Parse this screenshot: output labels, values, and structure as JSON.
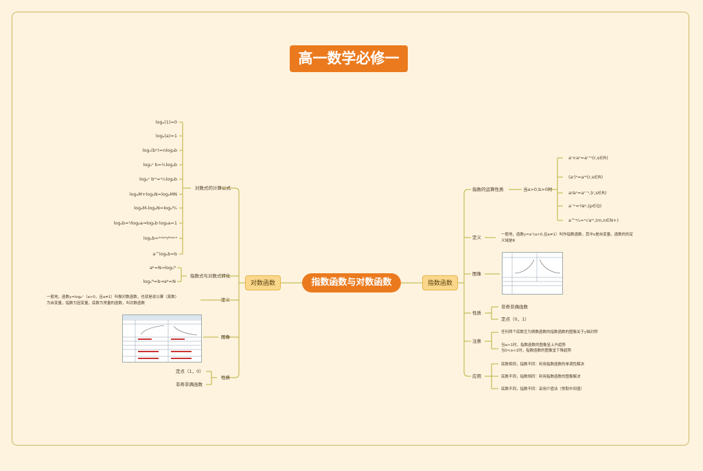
{
  "title": "高一数学必修一",
  "center": "指数函数与对数函数",
  "left": {
    "label": "对数函数",
    "calc": {
      "label": "对数式的计算公式",
      "items": [
        "logₐ(1)=0",
        "logₐ(a)=1",
        "logₐ(bⁿ)=nlogₐb",
        "logₐⁿ b=¹⁄ₙlogₐb",
        "logₐⁿ bᵐ=ᵐ⁄ₙlogₐb",
        "logₐM+logₐN=logₐMN",
        "logₐM-logₐN=logₐᴹ⁄ₙ",
        "logₐb=¹⁄logᵦa⇒logₐb·logᵦa=1",
        "logₐb=¹ᵒᵍᶜᵇ⁄¹ᵒᵍᶜᵃ",
        "a^logₐb=b"
      ]
    },
    "convert": {
      "label": "指数式与对数式转化",
      "items": [
        "aᵇ=N⇒logₐᴺ",
        "logₐᴺ=b⇒aᵇ=N"
      ]
    },
    "def": {
      "label": "定义",
      "line1": "一般地，函数y=logₐˣ（a>0，且a≠1）叫做对数函数，也就是说以幂（真数）",
      "line2": "为自变量，指数为因变量，底数为常量的函数，叫对数函数"
    },
    "graph": {
      "label": "图像"
    },
    "prop": {
      "label": "性质",
      "items": [
        "定点（1，0）",
        "非奇非偶函数"
      ]
    }
  },
  "right": {
    "label": "指数函数",
    "ops": {
      "label": "指数的运算性质",
      "cond": "当a>0,b>0时",
      "items": [
        "aʳ×aˢ=aʳ⁺ˢ(r,s∈R)",
        "(aʳ)ˢ=aʳˢ(r,s∈R)",
        "aʳ⁄aˢ=aʳ⁻ˢ,(r,s∈R)",
        "a⁻ᵖ=¹⁄aᵖ,(p∈Q)",
        "a^ᵐ⁄ₙ=ⁿ√aᵐ,(m,n∈N+)"
      ]
    },
    "def": {
      "label": "定义",
      "line1": "一般地，函数y=aˣ(a>0,且a≠1）叫作指数函数，其中x是自变量，函数的的定",
      "line2": "义域是R"
    },
    "graph": {
      "label": "图像"
    },
    "prop": {
      "label": "性质",
      "items": [
        "非奇非偶函数",
        "定点（0，1）"
      ]
    },
    "note": {
      "label": "注意",
      "line1": "任何两个底数互为倒数函数的指数函数的图像关于y轴对称",
      "line2": "当a>1时，指数函数的图像呈上升趋势",
      "line3": "当0<a<1时，指数函数的图像呈下降趋势"
    },
    "app": {
      "label": "应用",
      "items": [
        "底数相同，指数不同：利用指数函数的单调性解决",
        "底数不同，指数相同：利用指数函数的图像解决",
        "底数不同，指数不同：采用介值法（常取中间值）"
      ]
    }
  },
  "colors": {
    "accent": "#EB7A1E",
    "branch_fill": "#FAD78A",
    "line": "#B8B23A",
    "background": "#FEF3DF"
  }
}
